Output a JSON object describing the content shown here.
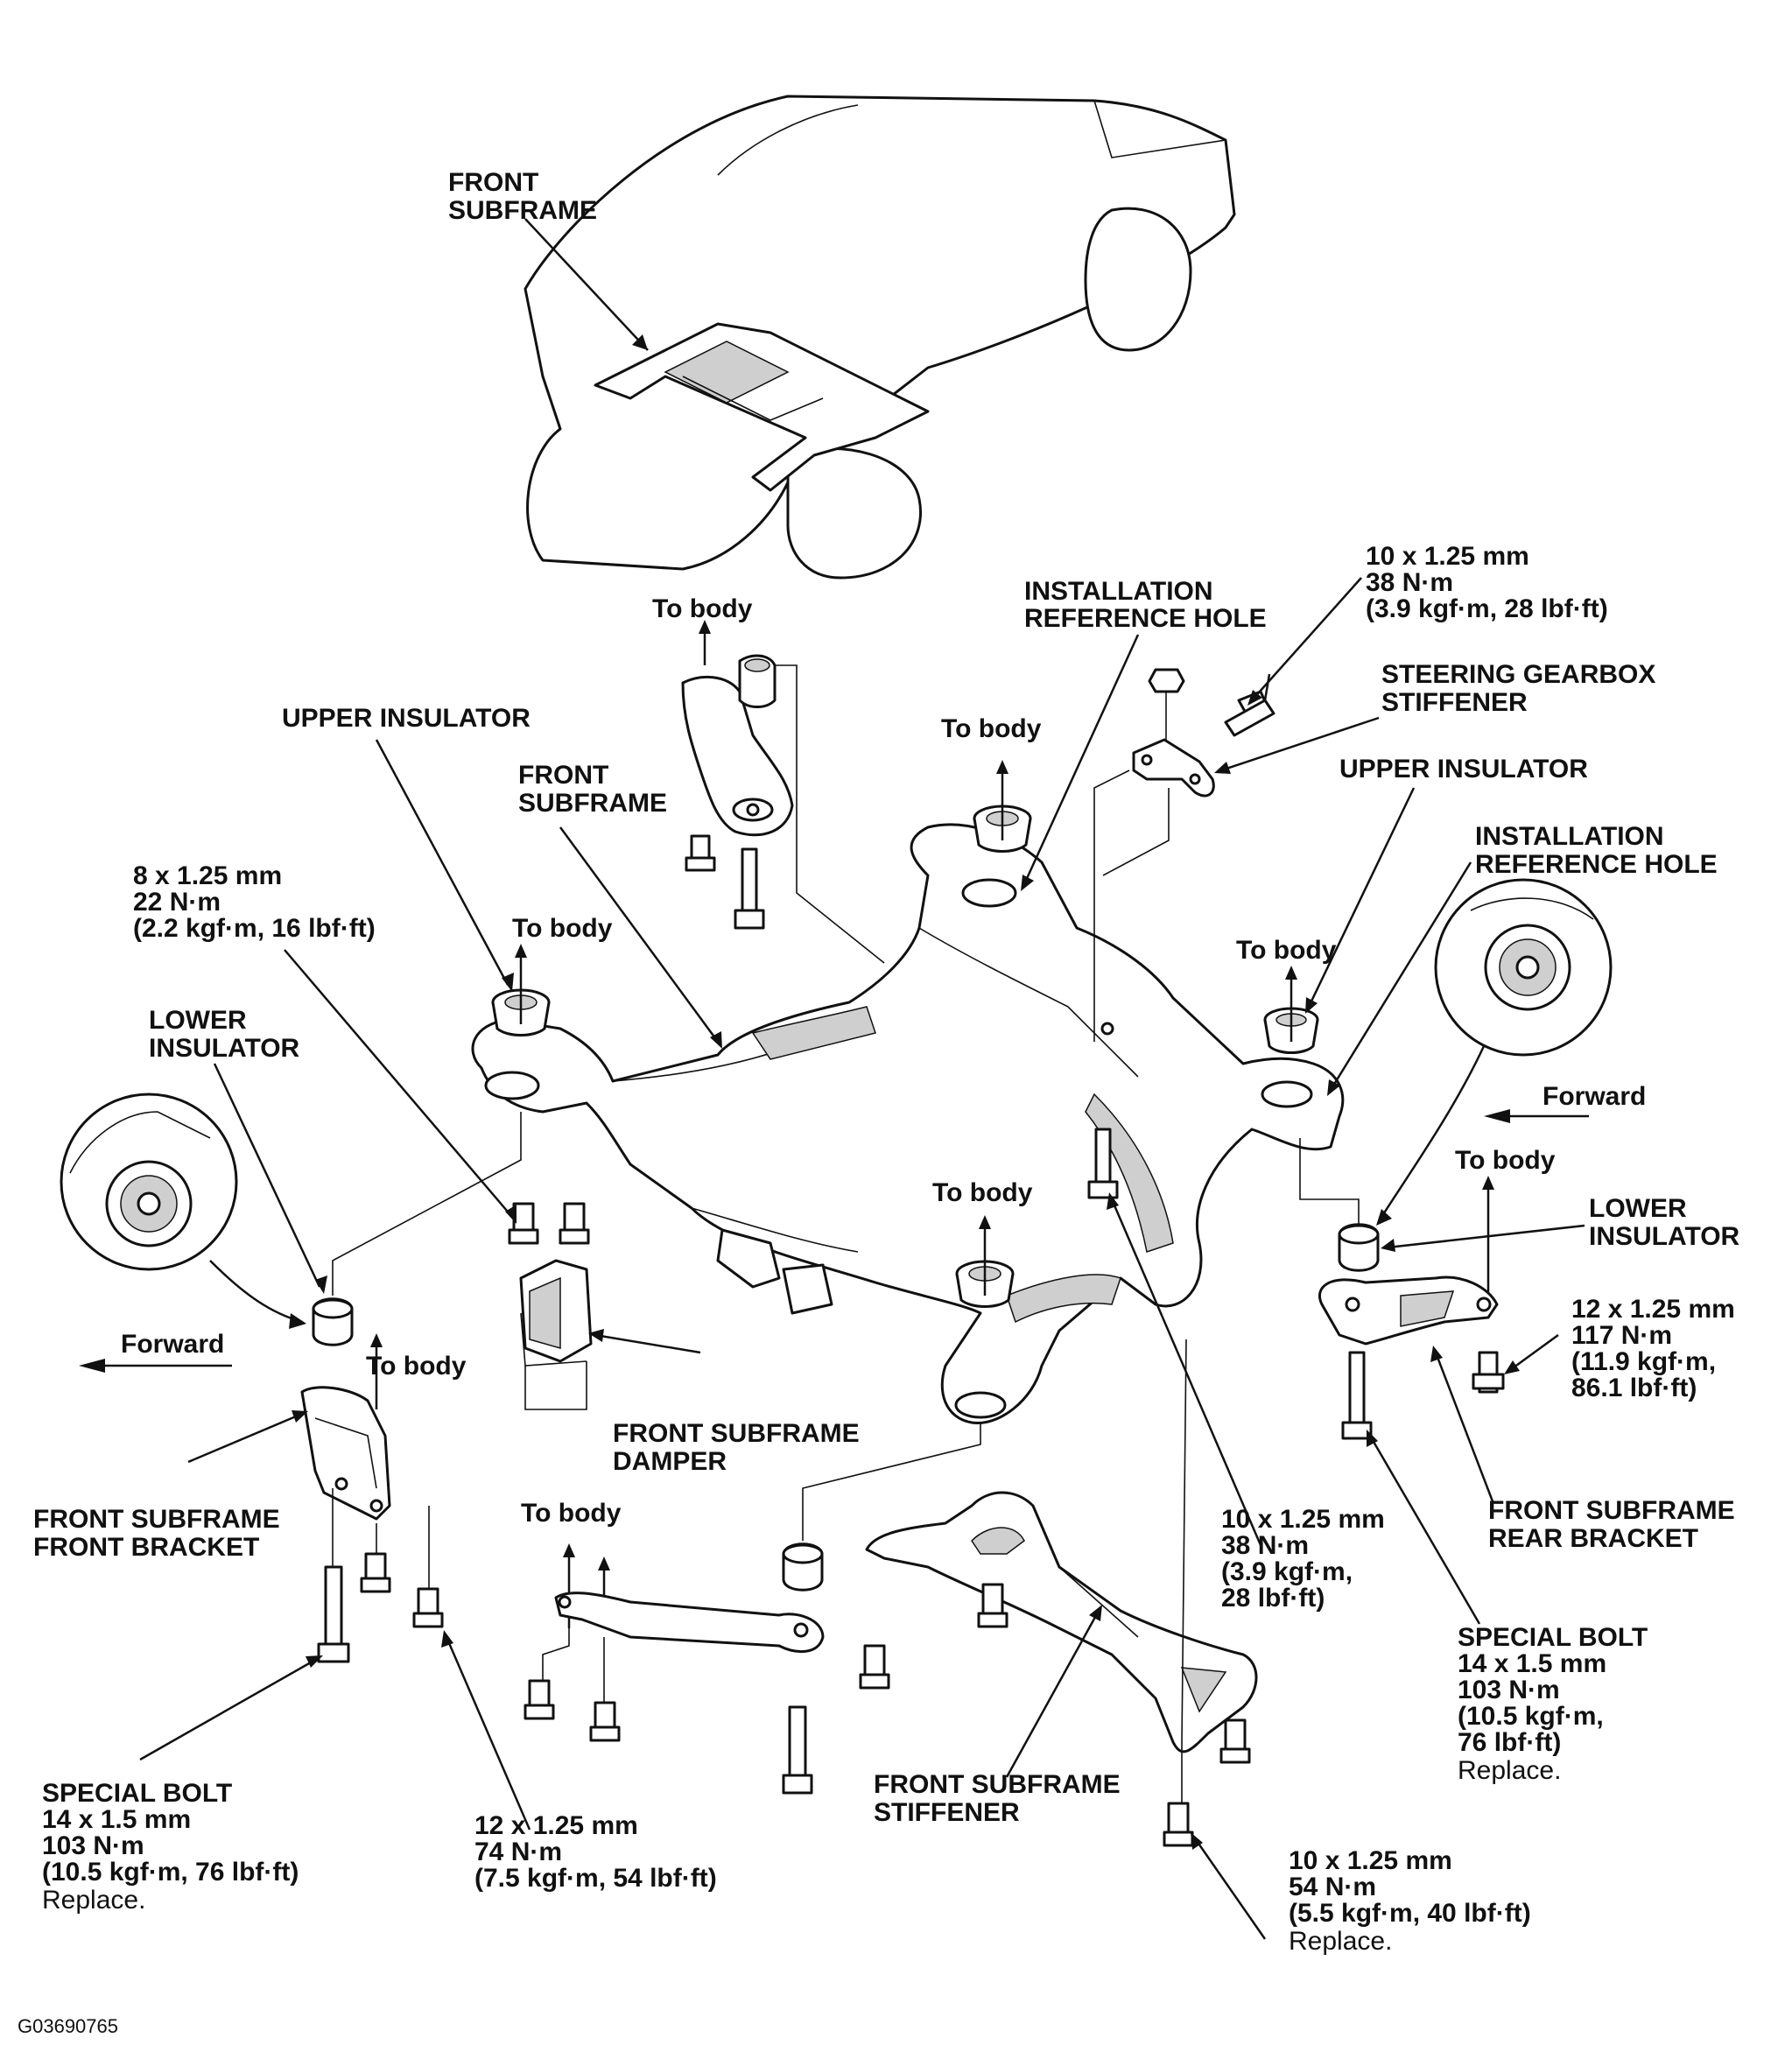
{
  "labels": {
    "front_subframe_top": [
      "FRONT",
      "SUBFRAME"
    ],
    "front_subframe_mid": [
      "FRONT",
      "SUBFRAME"
    ],
    "to_body": "To body",
    "upper_insulator": "UPPER INSULATOR",
    "installation_reference_hole": [
      "INSTALLATION",
      "REFERENCE HOLE"
    ],
    "steering_gearbox_stiffener": [
      "STEERING GEARBOX",
      "STIFFENER"
    ],
    "lower_insulator": [
      "LOWER",
      "INSULATOR"
    ],
    "forward": "Forward",
    "front_subframe_damper": [
      "FRONT SUBFRAME",
      "DAMPER"
    ],
    "front_subframe_front_bracket": [
      "FRONT SUBFRAME",
      "FRONT BRACKET"
    ],
    "front_subframe_rear_bracket": [
      "FRONT SUBFRAME",
      "REAR BRACKET"
    ],
    "front_subframe_stiffener": [
      "FRONT SUBFRAME",
      "STIFFENER"
    ],
    "special_bolt": "SPECIAL BOLT",
    "replace": "Replace."
  },
  "specs": {
    "bolt_10x125_38_top": [
      "10 x 1.25 mm",
      "38 N·m",
      "(3.9 kgf·m, 28 lbf·ft)"
    ],
    "bolt_8x125_22": [
      "8 x 1.25 mm",
      "22 N·m",
      "(2.2 kgf·m, 16 lbf·ft)"
    ],
    "bolt_12x125_117": [
      "12 x 1.25 mm",
      "117 N·m",
      "(11.9 kgf·m,",
      "86.1 lbf·ft)"
    ],
    "bolt_10x125_38_mid": [
      "10 x 1.25 mm",
      "38 N·m",
      "(3.9 kgf·m,",
      "28 lbf·ft)"
    ],
    "special_bolt_right": [
      "14 x 1.5 mm",
      "103 N·m",
      "(10.5 kgf·m,",
      "76 lbf·ft)"
    ],
    "special_bolt_left": [
      "14 x 1.5 mm",
      "103 N·m",
      "(10.5 kgf·m, 76 lbf·ft)"
    ],
    "bolt_12x125_74": [
      "12 x 1.25 mm",
      "74 N·m",
      "(7.5 kgf·m, 54 lbf·ft)"
    ],
    "bolt_10x125_54": [
      "10 x 1.25 mm",
      "54 N·m",
      "(5.5 kgf·m, 40 lbf·ft)"
    ]
  },
  "figure_code": "G03690765"
}
